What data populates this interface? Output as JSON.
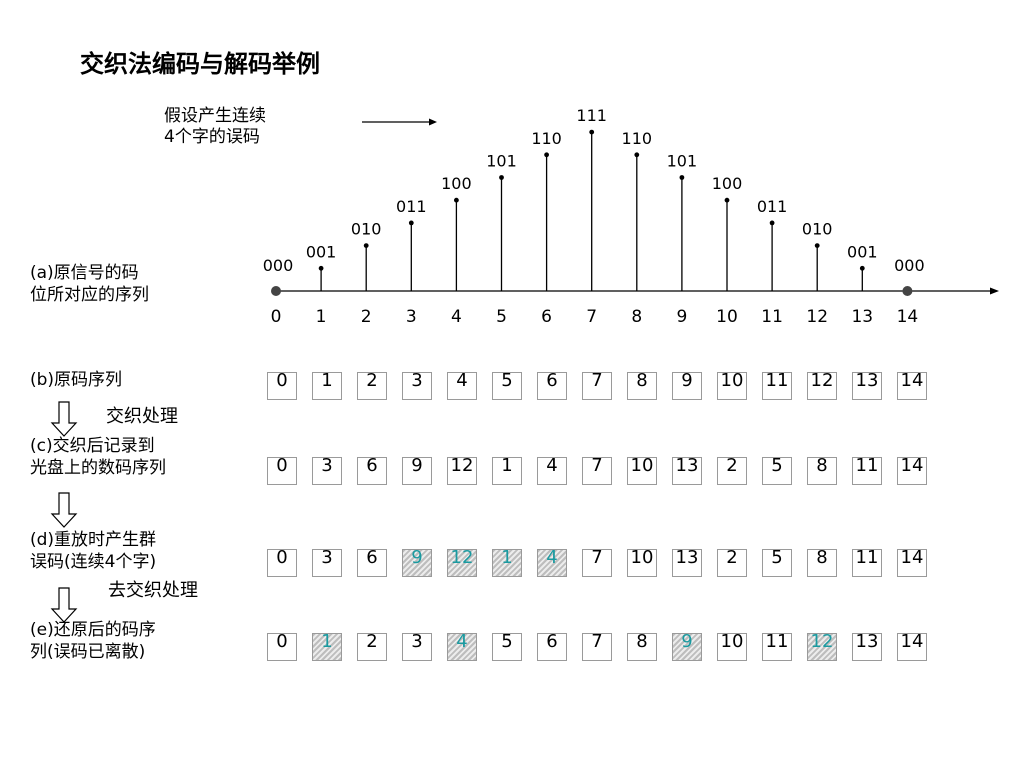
{
  "title": "交织法编码与解码举例",
  "note": {
    "line1": "假设产生连续",
    "line2": "4个字的误码"
  },
  "colors": {
    "error_digit": "#1a9aa0",
    "error_fill": "#bdbdbd",
    "box_border": "#9a9a9a"
  },
  "labels": {
    "a": {
      "line1": "(a)原信号的码",
      "line2": "位所对应的序列"
    },
    "b": {
      "line1": "(b)原码序列"
    },
    "c": {
      "line1": "(c)交织后记录到",
      "line2": "光盘上的数码序列"
    },
    "d": {
      "line1": "(d)重放时产生群",
      "line2": "误码(连续4个字)"
    },
    "e": {
      "line1": "(e)还原后的码序",
      "line2": "列(误码已离散)"
    }
  },
  "process_labels": {
    "interleave": "交织处理",
    "deinterleave": "去交织处理"
  },
  "chart_data": {
    "type": "stem",
    "x": [
      0,
      1,
      2,
      3,
      4,
      5,
      6,
      7,
      8,
      9,
      10,
      11,
      12,
      13,
      14
    ],
    "y": [
      0,
      1,
      2,
      3,
      4,
      5,
      6,
      7,
      6,
      5,
      4,
      3,
      2,
      1,
      0
    ],
    "point_labels": [
      "000",
      "001",
      "010",
      "011",
      "100",
      "101",
      "110",
      "111",
      "110",
      "101",
      "100",
      "011",
      "010",
      "001",
      "000"
    ],
    "tick_labels": [
      "0",
      "1",
      "2",
      "3",
      "4",
      "5",
      "6",
      "7",
      "8",
      "9",
      "10",
      "11",
      "12",
      "13",
      "14"
    ]
  },
  "rows": {
    "b": {
      "values": [
        "0",
        "1",
        "2",
        "3",
        "4",
        "5",
        "6",
        "7",
        "8",
        "9",
        "10",
        "11",
        "12",
        "13",
        "14"
      ],
      "errors": []
    },
    "c": {
      "values": [
        "0",
        "3",
        "6",
        "9",
        "12",
        "1",
        "4",
        "7",
        "10",
        "13",
        "2",
        "5",
        "8",
        "11",
        "14"
      ],
      "errors": []
    },
    "d": {
      "values": [
        "0",
        "3",
        "6",
        "9",
        "12",
        "1",
        "4",
        "7",
        "10",
        "13",
        "2",
        "5",
        "8",
        "11",
        "14"
      ],
      "errors": [
        3,
        4,
        5,
        6
      ]
    },
    "e": {
      "values": [
        "0",
        "1",
        "2",
        "3",
        "4",
        "5",
        "6",
        "7",
        "8",
        "9",
        "10",
        "11",
        "12",
        "13",
        "14"
      ],
      "errors": [
        1,
        4,
        9,
        12
      ]
    }
  }
}
